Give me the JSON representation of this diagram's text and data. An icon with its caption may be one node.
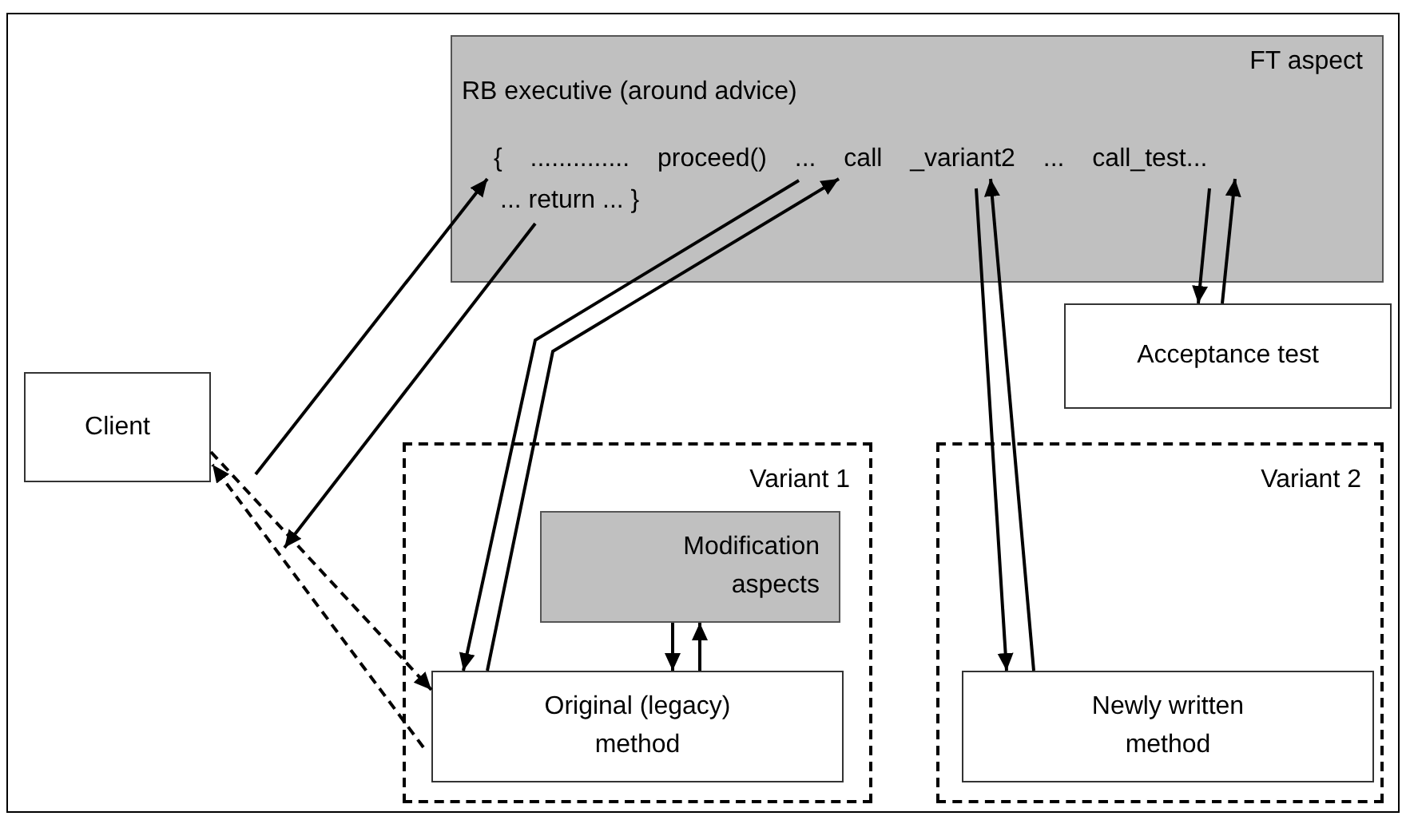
{
  "diagram": {
    "nodes": [
      {
        "text": [
          "FT aspect",
          "RB executive (around advice)",
          "{ .............. proceed() ... call _variant2 ... call_test...",
          "... return ... }"
        ]
      },
      {
        "text": [
          "Acceptance test"
        ]
      },
      {
        "text": [
          "Client"
        ]
      },
      {
        "text": [
          "Variant 1"
        ]
      },
      {
        "text": [
          "Modification aspects"
        ],
        "in": 3
      },
      {
        "text": [
          "Original (legacy) method"
        ],
        "in": 3
      },
      {
        "text": [
          "Variant 2"
        ]
      },
      {
        "text": [
          "Newly written method"
        ],
        "in": 6
      }
    ],
    "edges": [
      {
        "from": 2,
        "to": 0,
        "arrow": "to"
      },
      {
        "from": 0,
        "to": 2,
        "arrow": "to"
      },
      {
        "from": 2,
        "to": 5,
        "arrow": "to",
        "style": "dashed"
      },
      {
        "from": 5,
        "to": 2,
        "arrow": "to",
        "style": "dashed"
      },
      {
        "from": 0,
        "to": 5,
        "arrow": "to"
      },
      {
        "from": 5,
        "to": 0,
        "arrow": "to"
      },
      {
        "from": 0,
        "to": 7,
        "arrow": "to"
      },
      {
        "from": 7,
        "to": 0,
        "arrow": "to"
      },
      {
        "from": 0,
        "to": 1,
        "arrow": "to"
      },
      {
        "from": 1,
        "to": 0,
        "arrow": "to"
      },
      {
        "from": 4,
        "to": 5,
        "arrow": "to"
      },
      {
        "from": 5,
        "to": 4,
        "arrow": "to"
      }
    ]
  }
}
